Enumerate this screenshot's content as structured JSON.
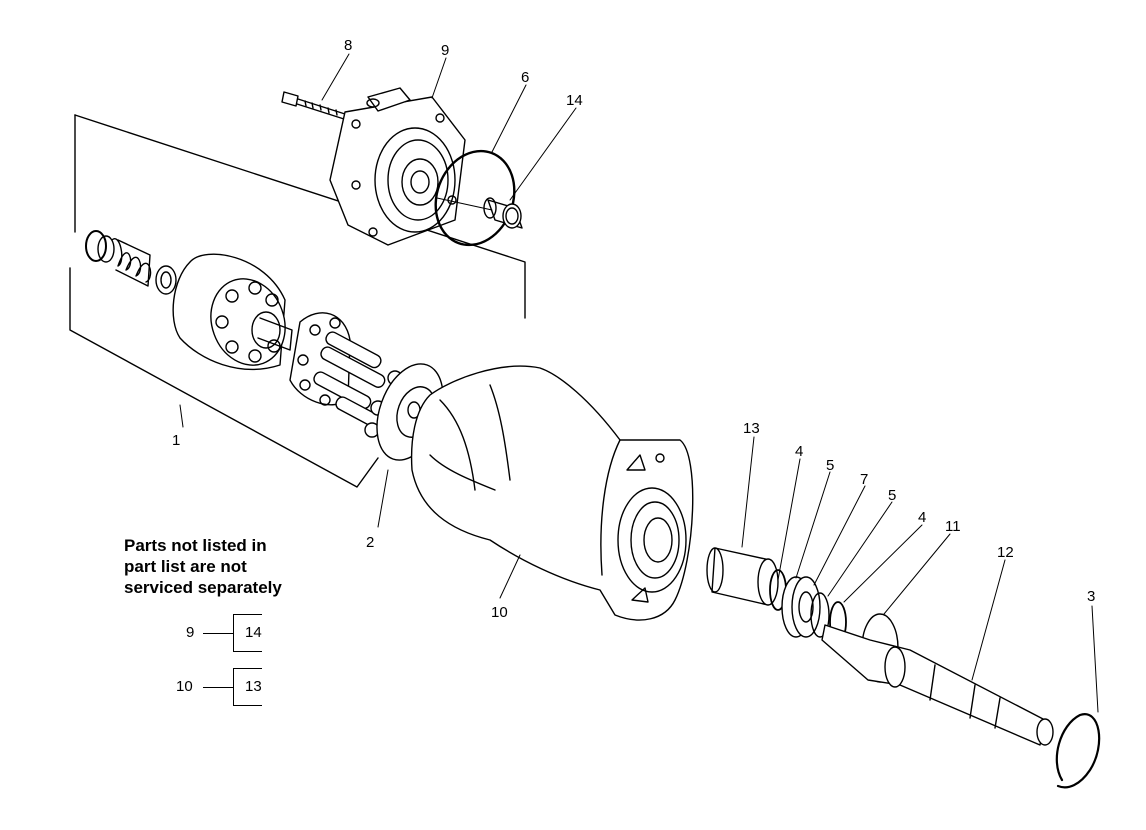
{
  "note": {
    "lines": [
      "Parts not listed in",
      "part list are not",
      "serviced separately"
    ]
  },
  "callouts": {
    "c8": "8",
    "c9": "9",
    "c6": "6",
    "c14": "14",
    "c1": "1",
    "c2": "2",
    "c10": "10",
    "c13": "13",
    "c4a": "4",
    "c5a": "5",
    "c7": "7",
    "c5b": "5",
    "c4b": "4",
    "c11": "11",
    "c12": "12",
    "c3": "3"
  },
  "references": [
    {
      "part": "9",
      "subpart": "14"
    },
    {
      "part": "10",
      "subpart": "13"
    }
  ]
}
